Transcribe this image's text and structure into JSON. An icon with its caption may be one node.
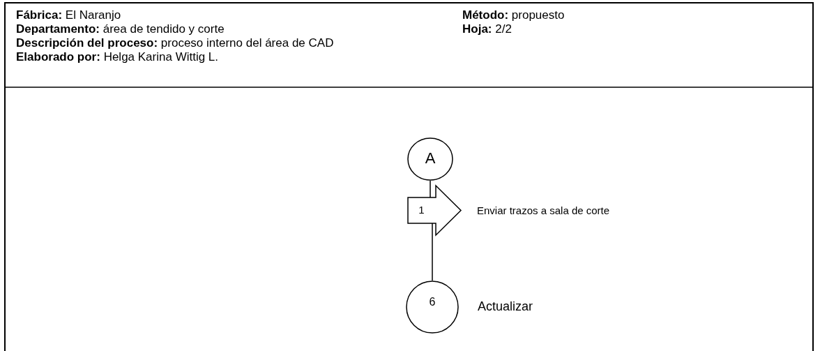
{
  "diagram": {
    "nodes": [
      {
        "text": [
          "A"
        ]
      },
      {
        "text": [
          "1"
        ],
        "beside": [
          "Enviar trazos a sala de corte"
        ]
      },
      {
        "text": [
          "6"
        ],
        "beside": [
          "Actualizar"
        ]
      }
    ],
    "edges": [
      {
        "from": 0,
        "to": 1,
        "arrow": "none"
      },
      {
        "from": 1,
        "to": 2,
        "arrow": "none"
      }
    ],
    "labels": [
      "**Fábrica:** El Naranjo",
      "**Método:** propuesto",
      "**Departamento:** área de tendido y corte",
      "**Hoja:** 2/2",
      "**Descripción del proceso:** proceso interno del área de CAD",
      "**Elaborado por:** Helga Karina Wittig L."
    ]
  }
}
